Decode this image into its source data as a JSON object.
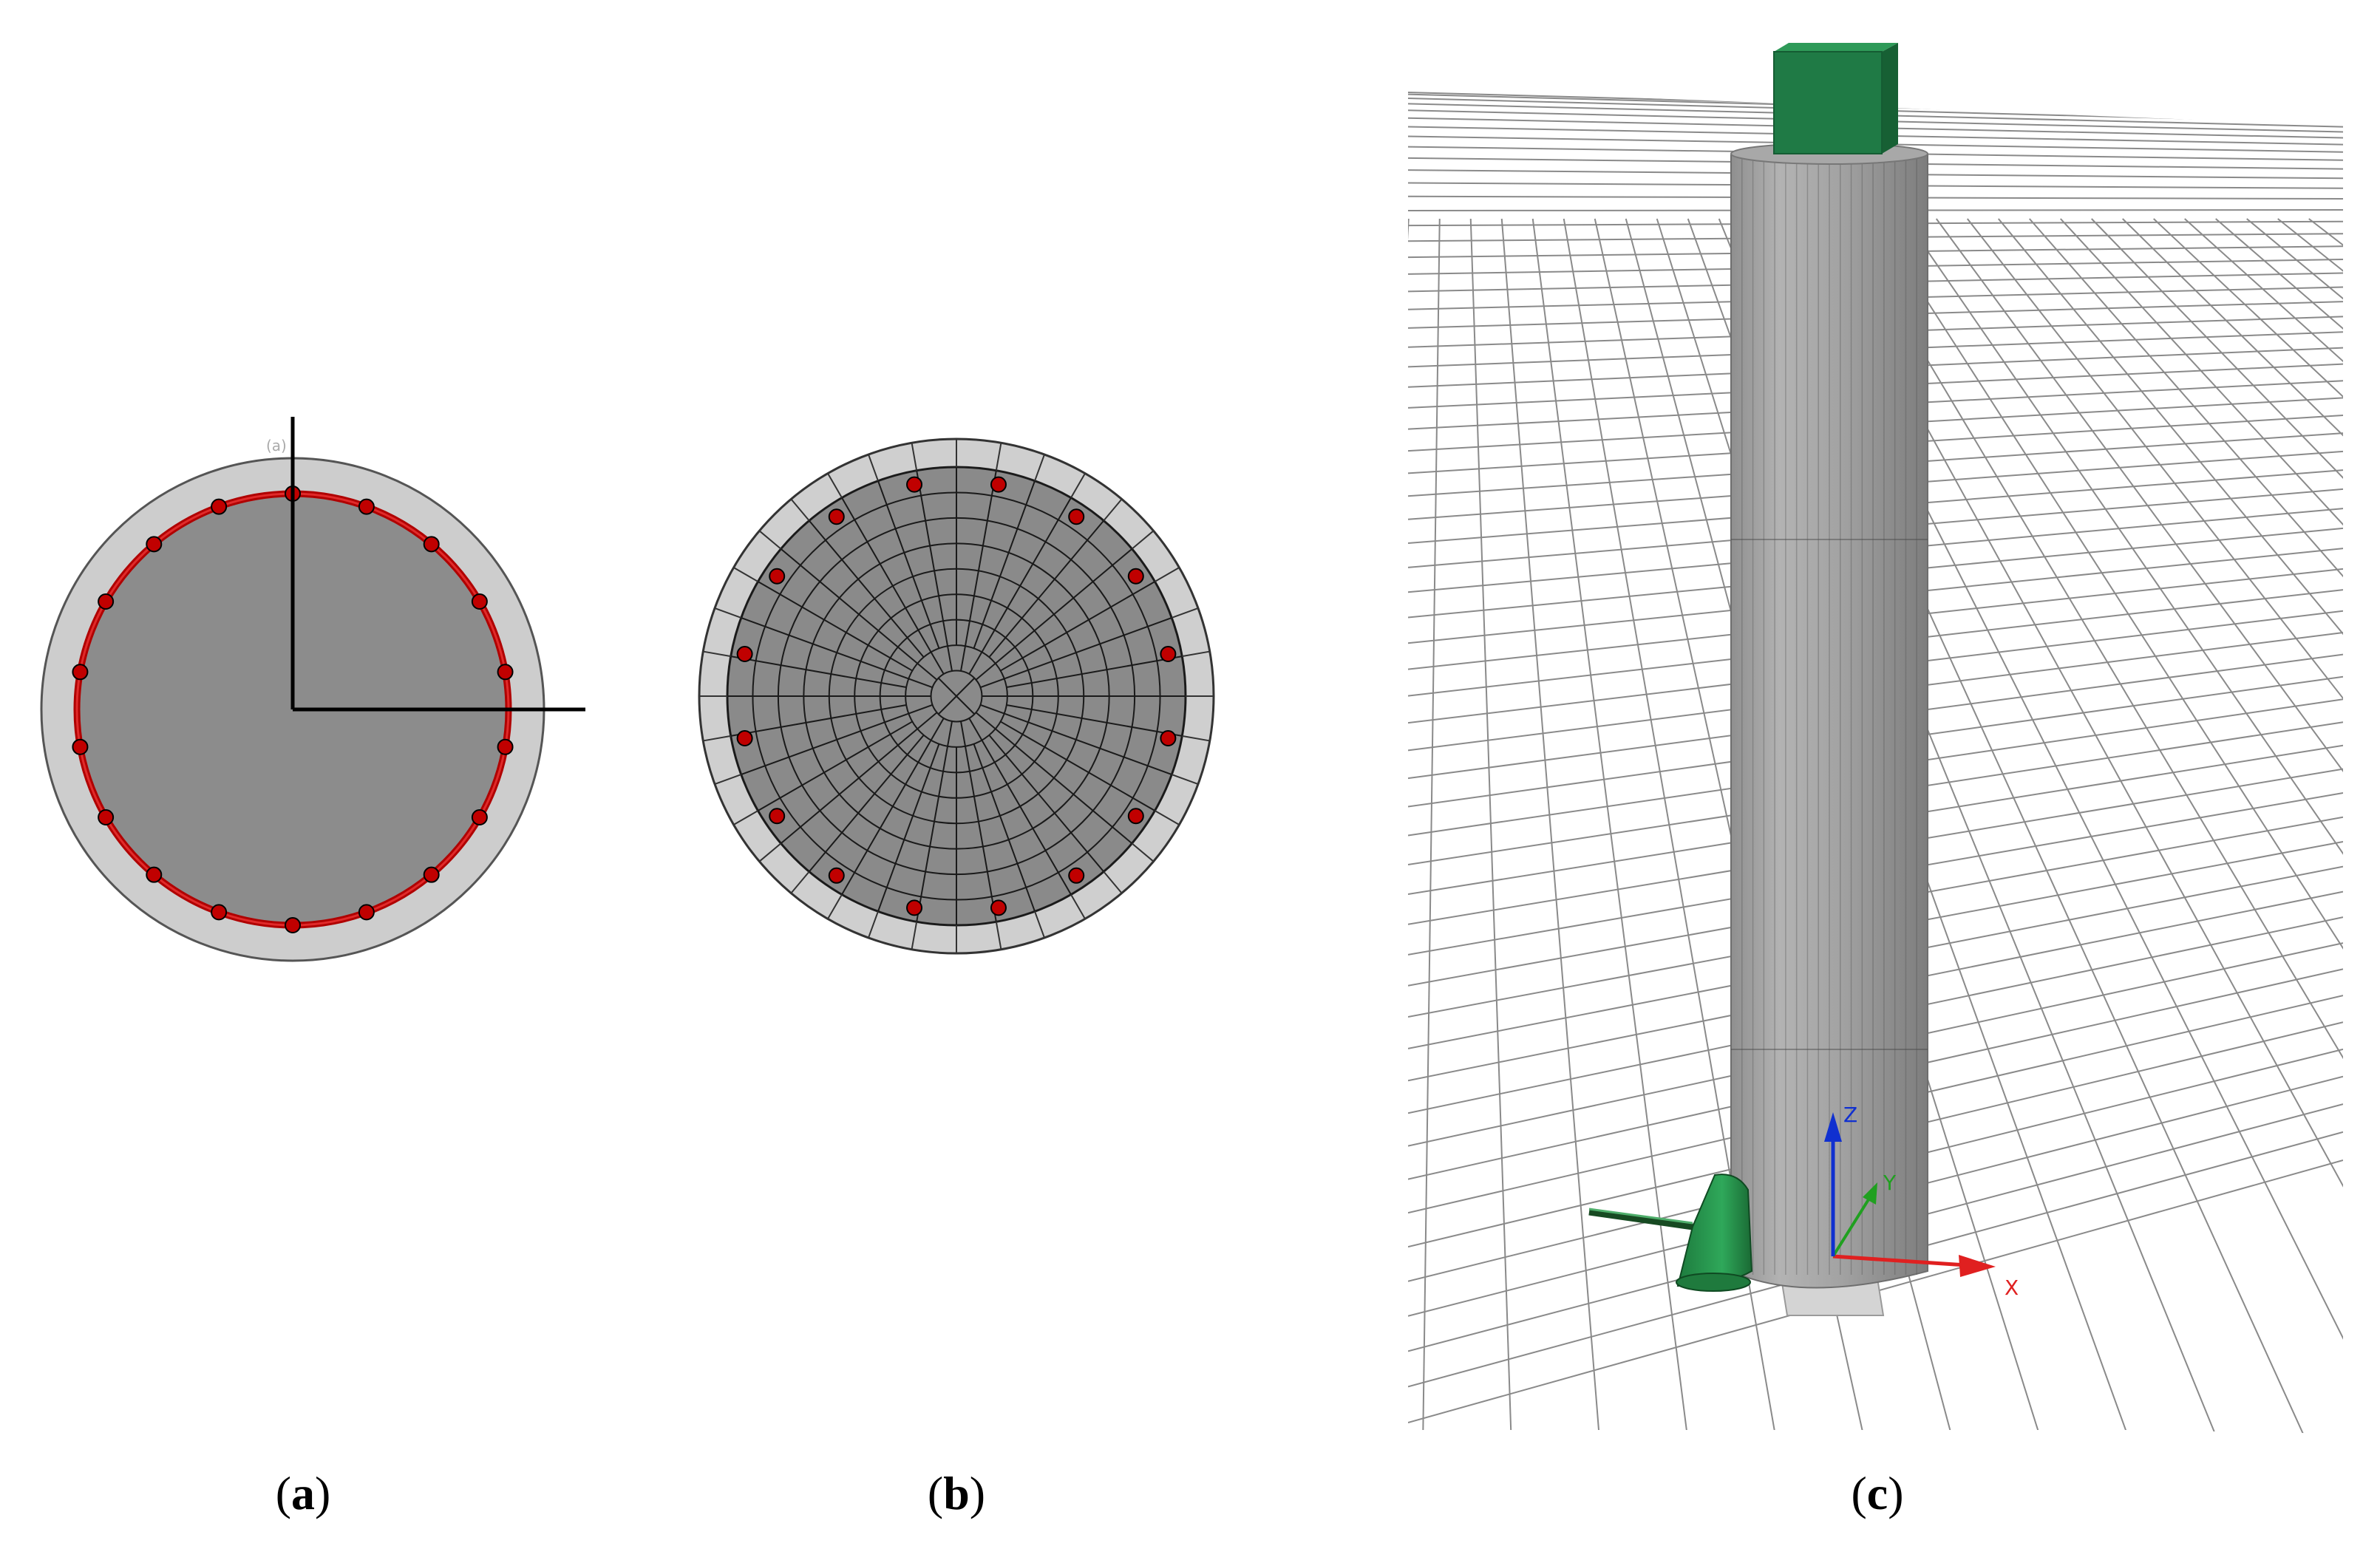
{
  "panels": [
    {
      "id": "a",
      "letter": "a"
    },
    {
      "id": "b",
      "letter": "b"
    },
    {
      "id": "c",
      "letter": "c"
    }
  ],
  "panel_a": {
    "marker_text": "(a)",
    "rebar_count": 18,
    "colors": {
      "concrete": "#8c8c8c",
      "cover": "#cdcdcd",
      "rebar": "#c00000",
      "outline": "#000000"
    }
  },
  "panel_b": {
    "rebar_count": 16,
    "fiber_rings": 9,
    "fiber_sectors": 36,
    "colors": {
      "core": "#8a8a8a",
      "cover": "#cfcfcf",
      "mesh": "#1a1a1a",
      "rebar": "#c00000"
    }
  },
  "panel_c": {
    "axis_labels": {
      "x": "X",
      "y": "Y",
      "z": "Z"
    },
    "colors": {
      "column": "#9a9a9a",
      "top_block": "#1f7a45",
      "x_axis": "#e02020",
      "y_axis": "#20a020",
      "z_axis": "#1030d0",
      "grid": "#8a8a8a",
      "base": "#d4d4d4",
      "support": "#2a8a4a"
    }
  }
}
